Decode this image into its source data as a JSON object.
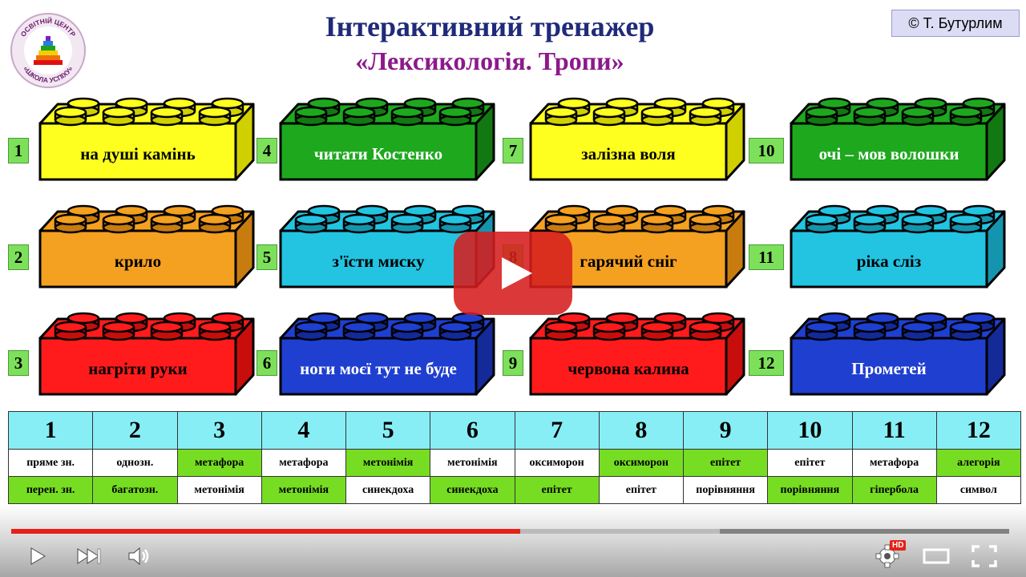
{
  "header": {
    "title_line1": "Інтерактивний тренажер",
    "title_line2": "«Лексикологія. Тропи»",
    "copyright": "© Т. Бутурлим",
    "logo": {
      "top_text": "ОСВІТНІЙ ЦЕНТР",
      "bottom_text": "«ШКОЛА УСПІХУ»",
      "icon": "stairs-logo-icon"
    }
  },
  "bricks": [
    {
      "num": "1",
      "label": "на душі камінь",
      "color": "yellow"
    },
    {
      "num": "2",
      "label": "крило",
      "color": "orange"
    },
    {
      "num": "3",
      "label": "нагріти руки",
      "color": "red"
    },
    {
      "num": "4",
      "label": "читати Костенко",
      "color": "green"
    },
    {
      "num": "5",
      "label": "з'їсти миску",
      "color": "cyan"
    },
    {
      "num": "6",
      "label": "ноги моєї тут не буде",
      "color": "blue"
    },
    {
      "num": "7",
      "label": "залізна воля",
      "color": "yellow"
    },
    {
      "num": "8",
      "label": "гарячий сніг",
      "color": "orange"
    },
    {
      "num": "9",
      "label": "червона калина",
      "color": "red"
    },
    {
      "num": "10",
      "label": "очі – мов волошки",
      "color": "green"
    },
    {
      "num": "11",
      "label": "ріка сліз",
      "color": "cyan"
    },
    {
      "num": "12",
      "label": "Прометей",
      "color": "blue"
    }
  ],
  "palette": {
    "yellow": {
      "face": "#ffff1f",
      "side": "#d0d000",
      "text": "#000000"
    },
    "orange": {
      "face": "#f4a020",
      "side": "#c87c10",
      "text": "#000000"
    },
    "red": {
      "face": "#ff1b1b",
      "side": "#c80d0d",
      "text": "#000000"
    },
    "green": {
      "face": "#1ea81e",
      "side": "#127812",
      "text": "#ffffff"
    },
    "cyan": {
      "face": "#22c4e2",
      "side": "#1595ad",
      "text": "#000000"
    },
    "blue": {
      "face": "#1f3fd0",
      "side": "#142a99",
      "text": "#ffffff"
    }
  },
  "table": {
    "headers": [
      "1",
      "2",
      "3",
      "4",
      "5",
      "6",
      "7",
      "8",
      "9",
      "10",
      "11",
      "12"
    ],
    "row1": [
      {
        "text": "пряме зн.",
        "on": false
      },
      {
        "text": "однозн.",
        "on": false
      },
      {
        "text": "метафора",
        "on": true
      },
      {
        "text": "метафора",
        "on": false
      },
      {
        "text": "метонімія",
        "on": true
      },
      {
        "text": "метонімія",
        "on": false
      },
      {
        "text": "оксиморон",
        "on": false
      },
      {
        "text": "оксиморон",
        "on": true
      },
      {
        "text": "епітет",
        "on": true
      },
      {
        "text": "епітет",
        "on": false
      },
      {
        "text": "метафора",
        "on": false
      },
      {
        "text": "алегорія",
        "on": true
      }
    ],
    "row2": [
      {
        "text": "перен. зн.",
        "on": true
      },
      {
        "text": "багатозн.",
        "on": true
      },
      {
        "text": "метонімія",
        "on": false
      },
      {
        "text": "метонімія",
        "on": true
      },
      {
        "text": "синекдоха",
        "on": false
      },
      {
        "text": "синекдоха",
        "on": true
      },
      {
        "text": "епітет",
        "on": true
      },
      {
        "text": "епітет",
        "on": false
      },
      {
        "text": "порівняння",
        "on": false
      },
      {
        "text": "порівняння",
        "on": true
      },
      {
        "text": "гіпербола",
        "on": true
      },
      {
        "text": "символ",
        "on": false
      }
    ]
  },
  "player": {
    "progress_played": 0.51,
    "progress_buffered": 0.71,
    "hd_label": "HD",
    "controls": [
      "play-icon",
      "next-icon",
      "volume-icon",
      "settings-icon",
      "theater-icon",
      "fullscreen-icon"
    ]
  }
}
